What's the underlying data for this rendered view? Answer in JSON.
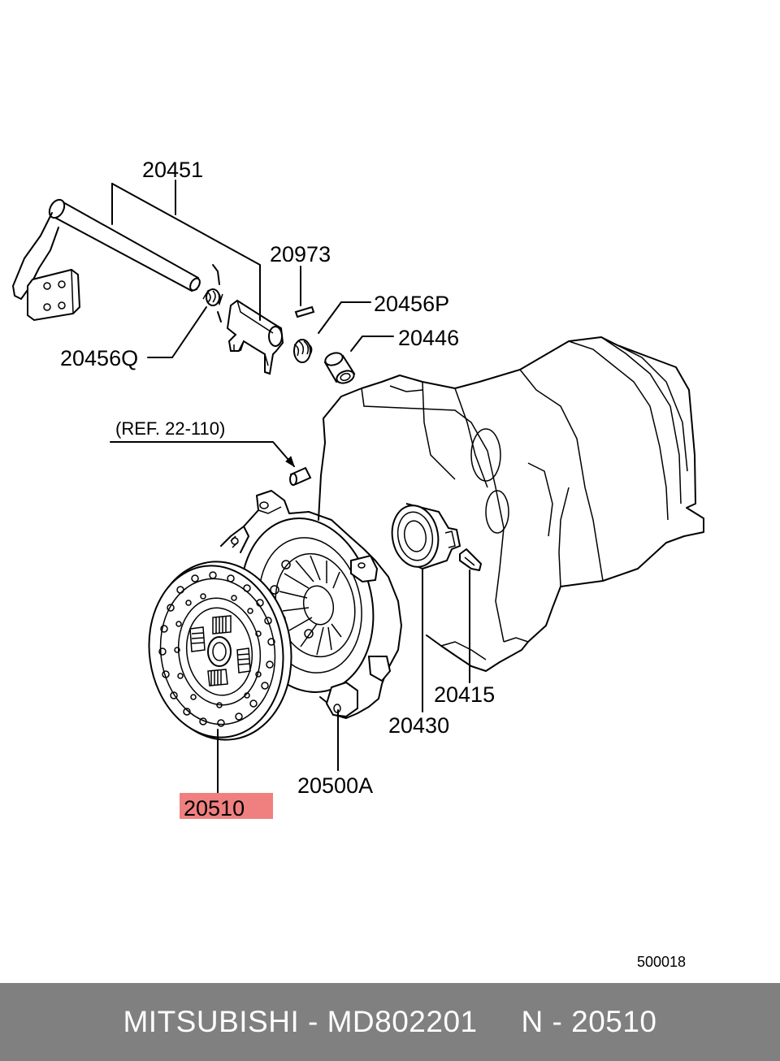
{
  "diagram": {
    "labels": {
      "p20451": "20451",
      "p20973": "20973",
      "p20456P": "20456P",
      "p20446": "20446",
      "p20456Q": "20456Q",
      "ref": "(REF. 22-110)",
      "p20415": "20415",
      "p20430": "20430",
      "p20500A": "20500A",
      "p20510": "20510",
      "code": "500018"
    },
    "highlight_color": "#f08080"
  },
  "footer": {
    "text": "MITSUBISHI - MD802201     N - 20510",
    "background": "#808080"
  }
}
